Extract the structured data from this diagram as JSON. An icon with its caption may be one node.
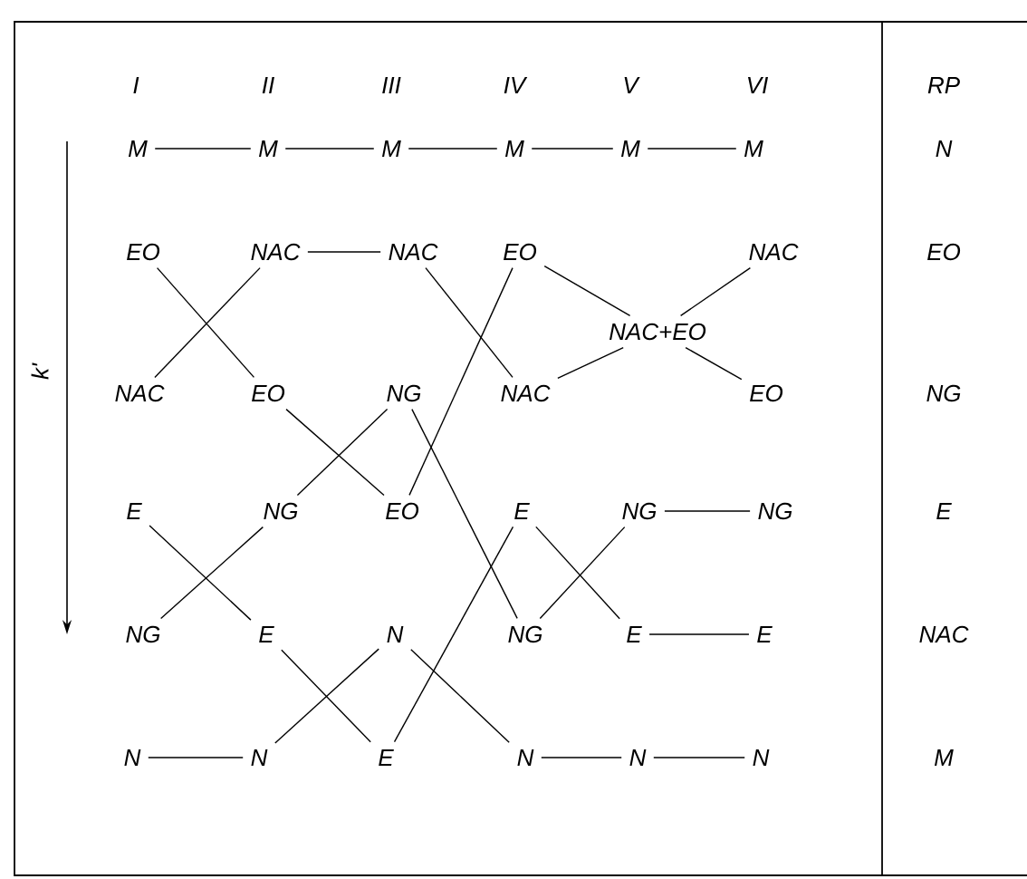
{
  "diagram": {
    "nodes": [
      {
        "text": [
          "M"
        ]
      },
      {
        "text": [
          "M"
        ]
      },
      {
        "text": [
          "M"
        ]
      },
      {
        "text": [
          "M"
        ]
      },
      {
        "text": [
          "M"
        ]
      },
      {
        "text": [
          "M"
        ]
      },
      {
        "text": [
          "EO"
        ]
      },
      {
        "text": [
          "NAC"
        ]
      },
      {
        "text": [
          "NAC"
        ]
      },
      {
        "text": [
          "EO"
        ]
      },
      {
        "text": [
          "NAC"
        ]
      },
      {
        "text": [
          "NAC+EO"
        ]
      },
      {
        "text": [
          "NAC"
        ]
      },
      {
        "text": [
          "EO"
        ]
      },
      {
        "text": [
          "NG"
        ]
      },
      {
        "text": [
          "NAC"
        ]
      },
      {
        "text": [
          "EO"
        ]
      },
      {
        "text": [
          "E"
        ]
      },
      {
        "text": [
          "NG"
        ]
      },
      {
        "text": [
          "EO"
        ]
      },
      {
        "text": [
          "E"
        ]
      },
      {
        "text": [
          "NG"
        ]
      },
      {
        "text": [
          "NG"
        ]
      },
      {
        "text": [
          "NG"
        ]
      },
      {
        "text": [
          "E"
        ]
      },
      {
        "text": [
          "N"
        ]
      },
      {
        "text": [
          "NG"
        ]
      },
      {
        "text": [
          "E"
        ]
      },
      {
        "text": [
          "E"
        ]
      },
      {
        "text": [
          "N"
        ]
      },
      {
        "text": [
          "N"
        ]
      },
      {
        "text": [
          "E"
        ]
      },
      {
        "text": [
          "N"
        ]
      },
      {
        "text": [
          "N"
        ]
      },
      {
        "text": [
          "N"
        ]
      }
    ],
    "edges": [
      {
        "from": 0,
        "to": 1,
        "arrow": "none"
      },
      {
        "from": 1,
        "to": 2,
        "arrow": "none"
      },
      {
        "from": 2,
        "to": 3,
        "arrow": "none"
      },
      {
        "from": 3,
        "to": 4,
        "arrow": "none"
      },
      {
        "from": 4,
        "to": 5,
        "arrow": "none"
      },
      {
        "from": 6,
        "to": 13,
        "arrow": "none"
      },
      {
        "from": 7,
        "to": 12,
        "arrow": "none"
      },
      {
        "from": 7,
        "to": 8,
        "arrow": "none"
      },
      {
        "from": 8,
        "to": 15,
        "arrow": "none"
      },
      {
        "from": 9,
        "to": 19,
        "arrow": "none"
      },
      {
        "from": 9,
        "to": 11,
        "arrow": "none"
      },
      {
        "from": 15,
        "to": 11,
        "arrow": "none"
      },
      {
        "from": 11,
        "to": 10,
        "arrow": "none"
      },
      {
        "from": 11,
        "to": 16,
        "arrow": "none"
      },
      {
        "from": 13,
        "to": 19,
        "arrow": "none"
      },
      {
        "from": 14,
        "to": 18,
        "arrow": "none"
      },
      {
        "from": 14,
        "to": 26,
        "arrow": "none"
      },
      {
        "from": 17,
        "to": 24,
        "arrow": "none"
      },
      {
        "from": 18,
        "to": 23,
        "arrow": "none"
      },
      {
        "from": 20,
        "to": 27,
        "arrow": "none"
      },
      {
        "from": 21,
        "to": 26,
        "arrow": "none"
      },
      {
        "from": 21,
        "to": 22,
        "arrow": "none"
      },
      {
        "from": 20,
        "to": 31,
        "arrow": "none"
      },
      {
        "from": 27,
        "to": 28,
        "arrow": "none"
      },
      {
        "from": 24,
        "to": 31,
        "arrow": "none"
      },
      {
        "from": 25,
        "to": 30,
        "arrow": "none"
      },
      {
        "from": 25,
        "to": 32,
        "arrow": "none"
      },
      {
        "from": 29,
        "to": 30,
        "arrow": "none"
      },
      {
        "from": 32,
        "to": 33,
        "arrow": "none"
      },
      {
        "from": 33,
        "to": 34,
        "arrow": "none"
      }
    ],
    "labels": [
      "I",
      "II",
      "III",
      "IV",
      "V",
      "VI",
      "RP",
      "N",
      "EO",
      "NG",
      "E",
      "NAC",
      "M",
      "k'"
    ]
  }
}
